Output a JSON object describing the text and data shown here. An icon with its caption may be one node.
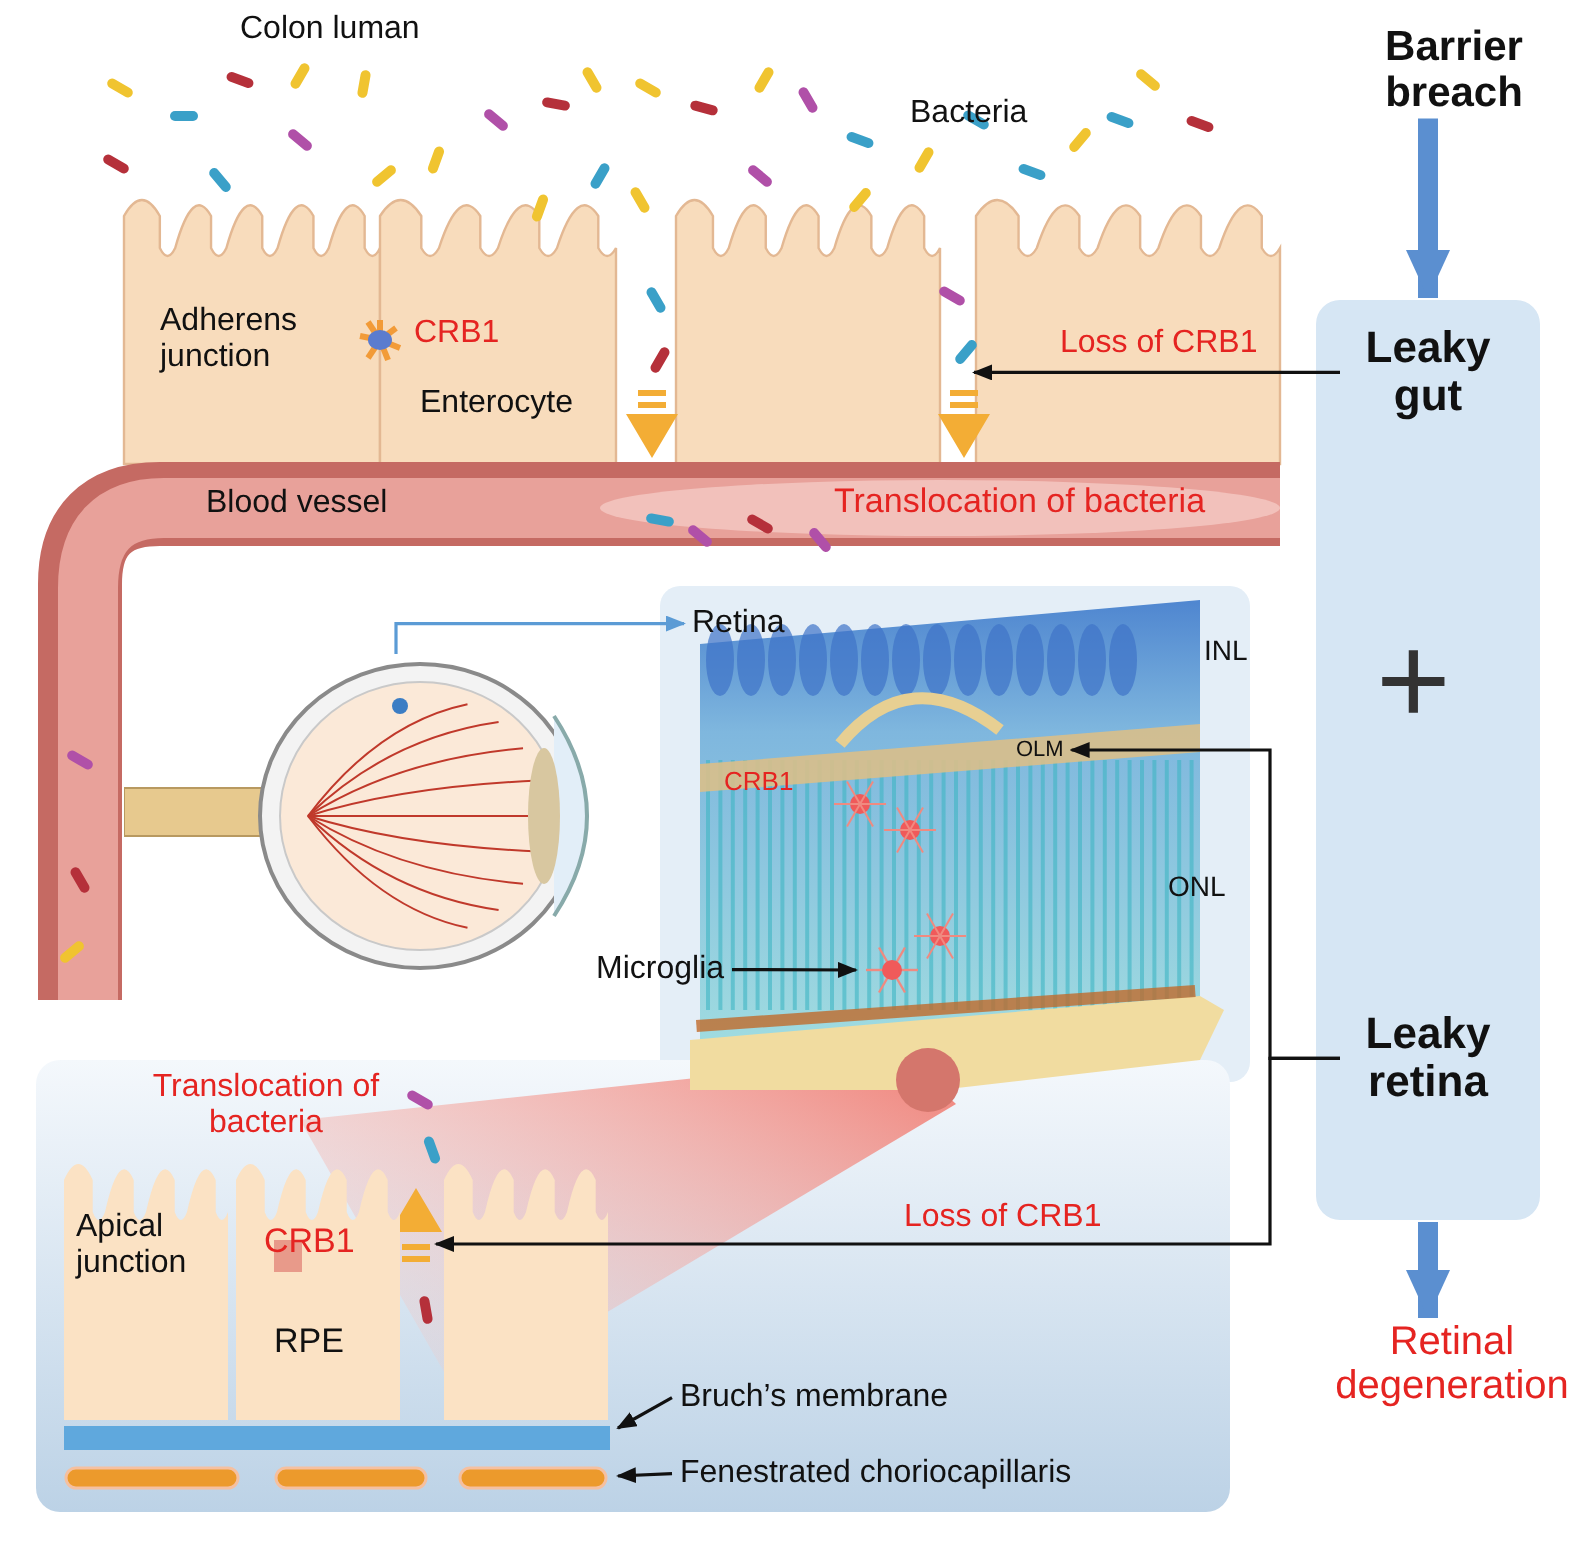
{
  "diagram": {
    "nodes": [
      {
        "text": [
          "Barrier breach"
        ]
      },
      {
        "text": [],
        "shape": "box"
      },
      {
        "text": [
          "Leaky gut"
        ],
        "in": 1
      },
      {
        "text": [
          "Leaky retina"
        ],
        "in": 1
      },
      {
        "text": [
          "Retinal degeneration"
        ]
      },
      {
        "text": [],
        "shape": "picture"
      },
      {
        "text": [
          "Retina"
        ]
      },
      {
        "text": [
          "OLM"
        ]
      },
      {
        "text": [
          "Microglia"
        ]
      },
      {
        "text": [
          "Bruch’s membrane"
        ]
      },
      {
        "text": [
          "Fenestrated choriocapillaris"
        ]
      },
      {
        "text": [],
        "shape": "bar"
      },
      {
        "text": [],
        "shape": "bar"
      },
      {
        "text": [],
        "shape": "picture"
      },
      {
        "text": [],
        "shape": "box"
      }
    ],
    "edges": [
      {
        "from": 0,
        "to": 1,
        "arrow": "to",
        "style": "thick",
        "color": "#5b8fd0"
      },
      {
        "from": 1,
        "to": 4,
        "arrow": "to",
        "style": "thick",
        "color": "#5b8fd0"
      },
      {
        "from": 2,
        "to": null,
        "arrow": "to",
        "label": "Loss of CRB1"
      },
      {
        "from": 3,
        "to": 7,
        "arrow": "to"
      },
      {
        "from": 3,
        "to": 14,
        "arrow": "to",
        "label": "Loss of CRB1"
      },
      {
        "from": 5,
        "to": 6,
        "arrow": "to",
        "color": "#5b9bd5"
      },
      {
        "from": 8,
        "to": 13,
        "arrow": "to"
      },
      {
        "from": 9,
        "to": 11,
        "arrow": "to"
      },
      {
        "from": 10,
        "to": 12,
        "arrow": "to"
      }
    ],
    "labels": [
      "Colon luman",
      "Bacteria",
      "Adherens junction",
      "CRB1",
      "Enterocyte",
      "Blood vessel",
      "Translocation of bacteria",
      "INL",
      "CRB1",
      "ONL",
      "Translocation of bacteria",
      "Apical junction",
      "CRB1",
      "RPE",
      "+"
    ]
  }
}
